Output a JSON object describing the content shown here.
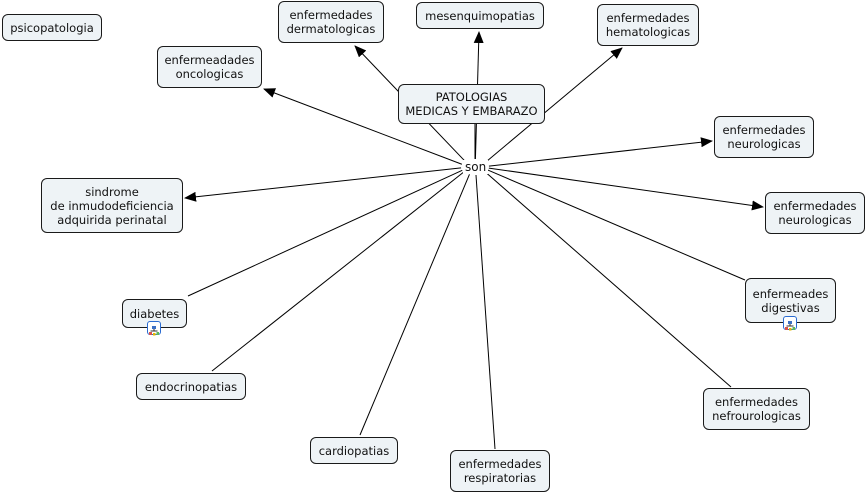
{
  "map": {
    "center": {
      "id": "center",
      "label": "PATOLOGIAS\nMEDICAS Y EMBARAZO"
    },
    "linking_phrase": "son",
    "nodes": [
      {
        "id": "psicopatologia",
        "label": "psicopatologia",
        "connected": false
      },
      {
        "id": "oncologicas",
        "label": "enfermeadades\noncologicas",
        "connected": true,
        "arrow": true
      },
      {
        "id": "dermatologicas",
        "label": "enfermedades\ndermatologicas",
        "connected": true,
        "arrow": true
      },
      {
        "id": "mesenquimopatias",
        "label": "mesenquimopatias",
        "connected": true,
        "arrow": true
      },
      {
        "id": "hematologicas",
        "label": "enfermedades\nhematologicas",
        "connected": true,
        "arrow": true
      },
      {
        "id": "neurologicas1",
        "label": "enfermedades\nneurologicas",
        "connected": true,
        "arrow": true
      },
      {
        "id": "neurologicas2",
        "label": "enfermedades\nneurologicas",
        "connected": true,
        "arrow": true
      },
      {
        "id": "sida",
        "label": "sindrome\nde inmudodeficiencia\nadquirida perinatal",
        "connected": true,
        "arrow": true
      },
      {
        "id": "diabetes",
        "label": "diabetes",
        "connected": true,
        "arrow": false,
        "submap_icon": "concept-map-icon"
      },
      {
        "id": "digestivas",
        "label": "enfermeades\ndigestivas",
        "connected": true,
        "arrow": false,
        "submap_icon": "concept-map-icon"
      },
      {
        "id": "endocrinopatias",
        "label": "endocrinopatias",
        "connected": true,
        "arrow": false
      },
      {
        "id": "cardiopatias",
        "label": "cardiopatias",
        "connected": true,
        "arrow": false
      },
      {
        "id": "respiratorias",
        "label": "enfermedades\nrespiratorias",
        "connected": true,
        "arrow": false
      },
      {
        "id": "nefrourologicas",
        "label": "enfermedades\nnefrourologicas",
        "connected": true,
        "arrow": false
      }
    ]
  },
  "colors": {
    "node_fill": "#eef3f6",
    "node_border": "#1a1a1a",
    "line": "#000000",
    "submap_icon": "#2a6bd1"
  }
}
